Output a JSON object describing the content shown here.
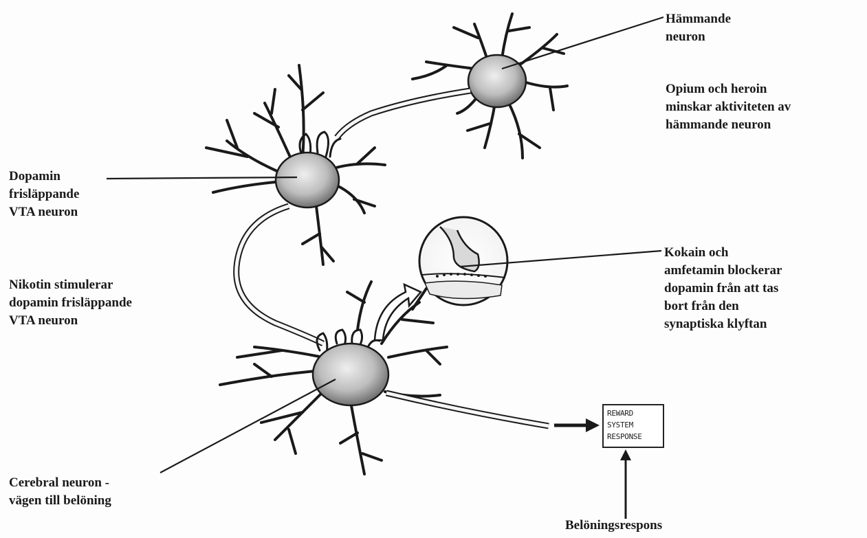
{
  "labels": {
    "hammande": [
      "Hämmande",
      "neuron"
    ],
    "opium": [
      "Opium och heroin",
      "minskar aktiviteten av",
      "hämmande neuron"
    ],
    "dopamin": [
      "Dopamin",
      "frisläppande",
      "VTA neuron"
    ],
    "nikotin": [
      "Nikotin stimulerar",
      "dopamin frisläppande",
      "VTA neuron"
    ],
    "kokain": [
      "Kokain och",
      "amfetamin blockerar",
      "dopamin från att tas",
      "bort från den",
      "synaptiska  klyftan"
    ],
    "cerebral": [
      "Cerebral neuron -",
      "vägen till belöning"
    ],
    "belonings": [
      "Belöningsrespons"
    ]
  },
  "reward_box": [
    "REWARD",
    "SYSTEM",
    "RESPONSE"
  ],
  "colors": {
    "ink": "#1a1a1a",
    "soma_light": "#e4e4e4",
    "soma_dark": "#8a8a8a",
    "background": "#fdfdfd"
  }
}
